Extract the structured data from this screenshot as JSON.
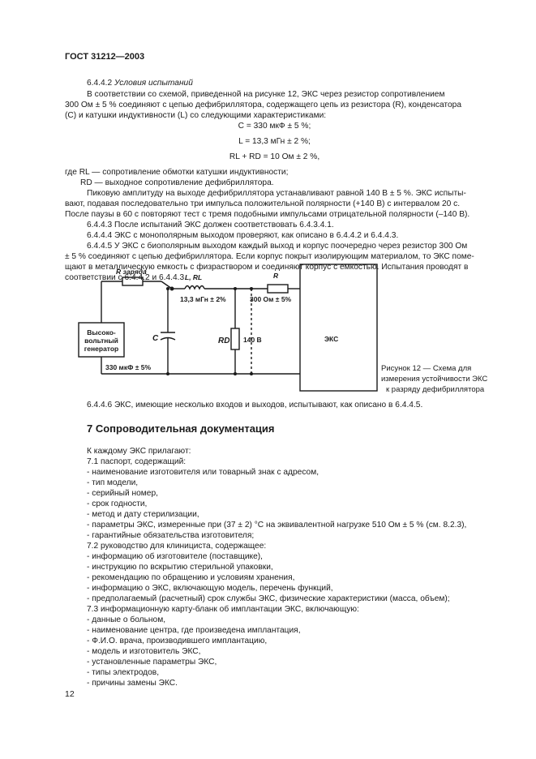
{
  "header": "ГОСТ 31212—2003",
  "sec_6442_num": "6.4.4.2",
  "sec_6442_title": "Условия испытаний",
  "p1": [
    "В соответствии со схемой, приведенной на рисунке 12, ЭКС через резистор сопротивлением",
    "300 Ом ± 5 % соединяют с цепью дефибриллятора, содержащего цепь из резистора (R), конденсатора",
    "(C) и катушки индуктивности (L) со следующими характеристиками:"
  ],
  "formulas": [
    "C = 330 мкФ ± 5 %;",
    "L = 13,3 мГн ± 2 %;",
    "RL + RD = 10 Ом ± 2 %,"
  ],
  "where": [
    "где RL — сопротивление обмотки катушки индуктивности;",
    "RD — выходное сопротивление дефибриллятора."
  ],
  "p2": [
    "Пиковую амплитуду на выходе дефибриллятора устанавливают равной 140 В ± 5 %. ЭКС испыты-",
    "вают, подавая последовательно три импульса положительной полярности (+140 В) с интервалом 20 с.",
    "После паузы в 60 с повторяют тест с тремя подобными импульсами отрицательной полярности (–140 В)."
  ],
  "p3": "6.4.4.3 После испытаний ЭКС должен соответствовать 6.4.3.4.1.",
  "p4": "6.4.4.4 ЭКС с монополярным выходом проверяют, как описано в 6.4.4.2 и 6.4.4.3.",
  "p5": [
    "6.4.4.5 У ЭКС с биополярным выходом каждый выход и корпус поочередно через резистор 300 Ом",
    "± 5 % соединяют с цепью дефибриллятора. Если корпус покрыт изолирующим материалом, то ЭКС поме-",
    "щают в металлическую емкость с физраствором и соединяют корпус с емкостью. Испытания проводят в",
    "соответствии с 6.4.4.2 и 6.4.4.3."
  ],
  "figure": {
    "r_charge": "R заряда",
    "l_label": "L, RL",
    "l_value": "13,3 мГн ± 2%",
    "r_label": "R",
    "r_value": "300 Ом ± 5%",
    "generator": [
      "Высоко-",
      "вольтный",
      "генератор"
    ],
    "c_label": "C",
    "c_value": "330 мкФ ± 5%",
    "rd_label": "RD",
    "voltage": "140 В",
    "device": "ЭКС"
  },
  "caption": [
    "Рисунок 12 — Схема для",
    "измерения устойчивости ЭКС",
    "к разряду дефибриллятора"
  ],
  "p6": "6.4.4.6 ЭКС, имеющие несколько входов и выходов, испытывают, как описано в 6.4.4.5.",
  "section7": "7 Сопроводительная документация",
  "list": [
    "К каждому ЭКС прилагают:",
    "7.1 паспорт, содержащий:",
    "- наименование изготовителя или товарный знак с адресом,",
    "- тип модели,",
    "- серийный номер,",
    "- срок годности,",
    "- метод и дату стерилизации,",
    "- параметры ЭКС, измеренные при (37 ± 2) °С на эквивалентной нагрузке 510 Ом ± 5 % (см. 8.2.3),",
    "- гарантийные обязательства изготовителя;",
    "7.2 руководство для клинициста, содержащее:",
    "- информацию об изготовителе (поставщике),",
    "- инструкцию по вскрытию стерильной упаковки,",
    "- рекомендацию по обращению и условиям хранения,",
    "- информацию о ЭКС, включающую модель, перечень функций,",
    "- предполагаемый (расчетный) срок службы ЭКС, физические характеристики (масса, объем);",
    "7.3 информационную карту-бланк об имплантации ЭКС, включающую:",
    "- данные о больном,",
    "- наименование центра, где произведена имплантация,",
    "- Ф.И.О. врача, производившего имплантацию,",
    "- модель и изготовитель ЭКС,",
    "- установленные параметры ЭКС,",
    "- типы электродов,",
    "- причины замены ЭКС."
  ],
  "page_number": "12"
}
